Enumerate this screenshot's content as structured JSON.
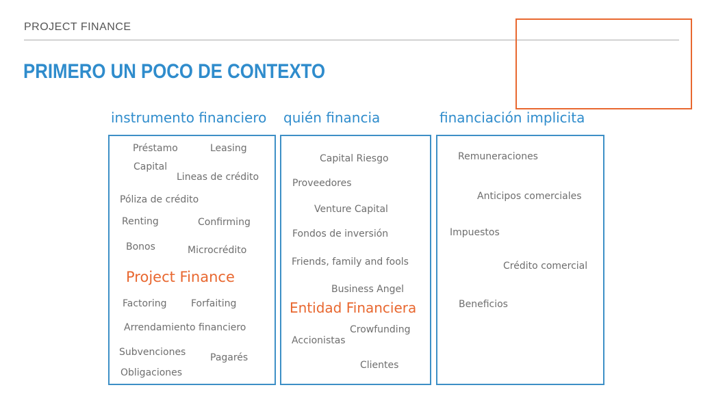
{
  "header": "PROJECT FINANCE",
  "title": "PRIMERO UN POCO DE CONTEXTO",
  "columns": [
    {
      "heading": "instrumento financiero",
      "items": [
        "Préstamo",
        "Leasing",
        "Capital",
        "Lineas de crédito",
        "Póliza de crédito",
        "Renting",
        "Confirming",
        "Bonos",
        "Microcrédito",
        "Project Finance",
        "Factoring",
        "Forfaiting",
        "Arrendamiento financiero",
        "Subvenciones",
        "Pagarés",
        "Obligaciones"
      ],
      "highlight": "Project Finance"
    },
    {
      "heading": "quién financia",
      "items": [
        "Capital Riesgo",
        "Proveedores",
        "Venture Capital",
        "Fondos de inversión",
        "Friends, family and fools",
        "Business Angel",
        "Entidad Financiera",
        "Crowfunding",
        "Accionistas",
        "Clientes"
      ],
      "highlight": "Entidad Financiera"
    },
    {
      "heading": "financiación implicita",
      "items": [
        "Remuneraciones",
        "Anticipos comerciales",
        "Impuestos",
        "Crédito comercial",
        "Beneficios"
      ]
    }
  ],
  "colors": {
    "blue": "#2f8ccc",
    "orange": "#e8672f",
    "gray": "#6e6e6e"
  }
}
